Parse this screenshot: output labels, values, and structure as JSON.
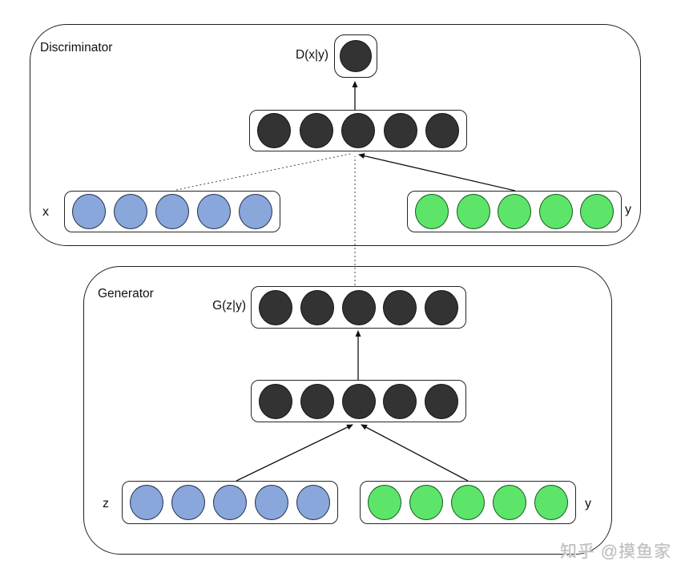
{
  "palette": {
    "node_dark": "#333333",
    "node_blue": "#8AA7DC",
    "node_green": "#5DE56A",
    "line": "#1a1a1a",
    "watermark": "#bdbdbd"
  },
  "discriminator": {
    "title": "Discriminator",
    "output": {
      "label": "D(x|y)",
      "nodes": 1
    },
    "hidden": {
      "nodes": 5
    },
    "inputs": {
      "x": {
        "label": "x",
        "nodes": 5
      },
      "y": {
        "label": "y",
        "nodes": 5
      }
    }
  },
  "generator": {
    "title": "Generator",
    "output": {
      "label": "G(z|y)",
      "nodes": 5
    },
    "hidden": {
      "nodes": 5
    },
    "inputs": {
      "z": {
        "label": "z",
        "nodes": 5
      },
      "y": {
        "label": "y",
        "nodes": 5
      }
    }
  },
  "watermark": {
    "text": "知乎 @摸鱼家"
  }
}
